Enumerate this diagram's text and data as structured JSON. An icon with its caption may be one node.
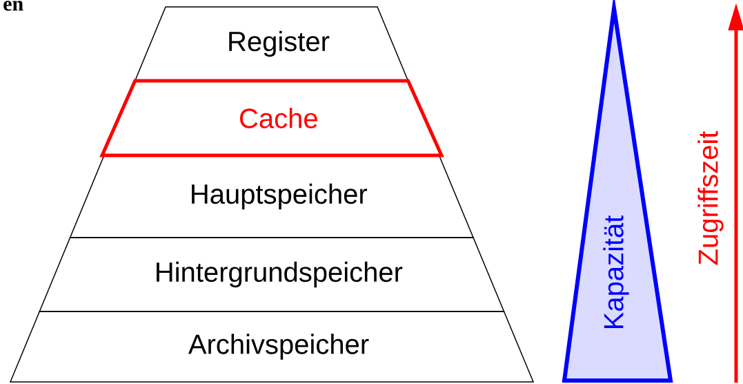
{
  "diagram": {
    "nodes": [
      {
        "text": [
          "Register"
        ]
      },
      {
        "text": [
          "Cache"
        ]
      },
      {
        "text": [
          "Hauptspeicher"
        ]
      },
      {
        "text": [
          "Hintergrundspeicher"
        ]
      },
      {
        "text": [
          "Archivspeicher"
        ]
      },
      {
        "text": [
          "Kapazität"
        ]
      }
    ],
    "labels": [
      "en",
      "Zugriffszeit"
    ]
  }
}
